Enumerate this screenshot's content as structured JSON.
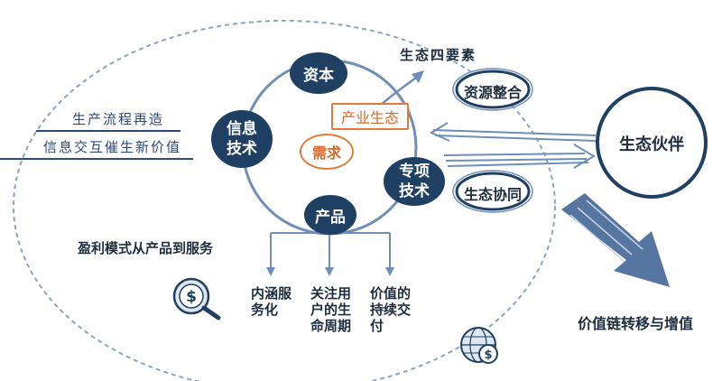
{
  "title": "生态四要素",
  "core_nodes": {
    "capital": "资本",
    "info_tech": "信息\n技术",
    "special_tech": "专项\n技术",
    "product": "产品",
    "demand": "需求"
  },
  "industry_ecology": "产业生态",
  "resource_integration": "资源整合",
  "eco_collaboration": "生态协同",
  "eco_partner": "生态伙伴",
  "left_notes": {
    "line1": "生产流程再造",
    "line2": "信息交互催生新价值"
  },
  "profit_model": "盈利模式从产品到服务",
  "service_items": [
    "内涵服\n务化",
    "关注用\n户的生\n命周期",
    "价值的\n持续交\n付"
  ],
  "value_chain": "价值链转移与增值",
  "icons": {
    "money_magnifier": "money-magnifier-icon",
    "globe_dollar": "globe-dollar-icon"
  },
  "colors": {
    "navy": "#1f3f63",
    "orange": "#e07b39",
    "blue_light": "#6f8fb8",
    "dash": "#8da3c4"
  }
}
